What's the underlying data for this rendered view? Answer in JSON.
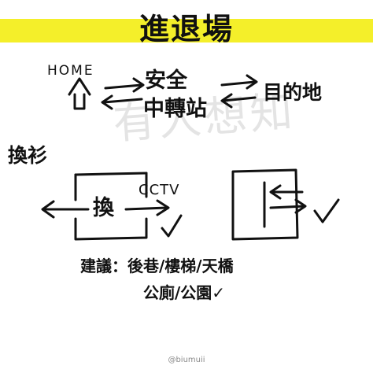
{
  "title": "進退場",
  "watermark": "有人想知",
  "labels": {
    "home": "HOME",
    "safe": "安全",
    "transfer_station": "中轉站",
    "destination": "目的地",
    "change_clothes": "換衫",
    "change_in_box": "換",
    "cctv": "CCTV",
    "advice_line1": "建議：後巷/樓梯/天橋",
    "advice_line2": "公廁/公園✓"
  },
  "credit": "@biumuii",
  "colors": {
    "banner": "#f4ef2a",
    "ink": "#111111"
  }
}
